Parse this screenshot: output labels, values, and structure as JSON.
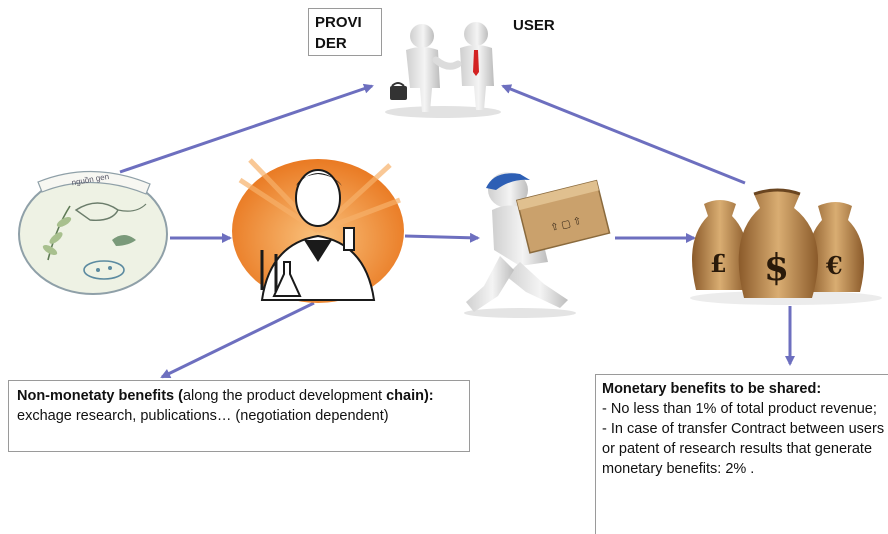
{
  "provider": {
    "line1": "PROVI",
    "line2": "DER"
  },
  "user_label": "USER",
  "seed_label": "nguồn gen",
  "nonmonetary": {
    "bold1": "Non-monetaty benefits (",
    "text1": "along the product development",
    "bold2": "chain):",
    "text2": " exchage research, publications… (negotiation dependent)"
  },
  "monetary": {
    "title": "Monetary benefits to be shared:",
    "item1": "- No less than 1% of total product revenue;",
    "item2": "- In case of transfer Contract between users or patent of research results that generate monetary benefits: 2% ."
  },
  "currency": {
    "left": "£",
    "center": "$",
    "right": "€"
  },
  "colors": {
    "arrow": "#6d6fbf",
    "scientist_bg": "#e8731a",
    "bag": "#b8864b",
    "seed_bg": "#eef2e4",
    "cap": "#2d5fb5"
  }
}
